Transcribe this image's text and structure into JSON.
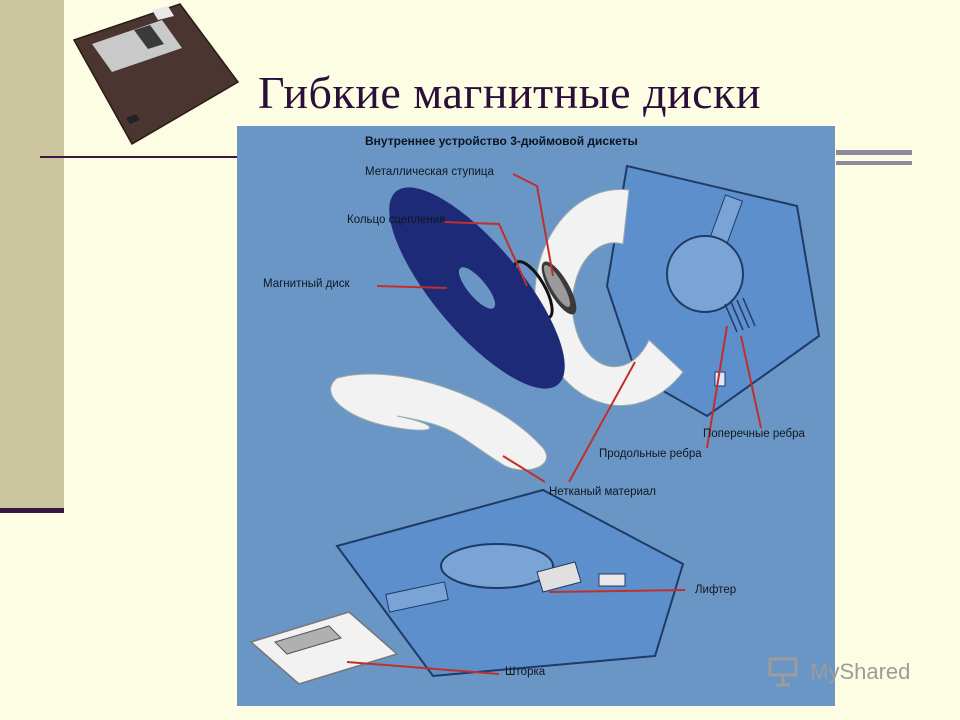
{
  "slide": {
    "title": "Гибкие магнитные диски"
  },
  "figure": {
    "title": "Внутреннее устройство 3-дюймовой дискеты",
    "labels": {
      "hub": "Металлическая ступица",
      "clutch_ring": "Кольцо сцепления",
      "magnetic_disk": "Магнитный диск",
      "transverse_ribs": "Поперечные ребра",
      "longitudinal_ribs": "Продольные ребра",
      "nonwoven": "Нетканый материал",
      "lifter": "Лифтер",
      "shutter": "Шторка"
    }
  },
  "watermark": {
    "text": "MyShared"
  },
  "colors": {
    "background": "#fdfde3",
    "sidebar": "#cbc6a0",
    "title": "#2a0f3a",
    "figure_bg": "#6a96c6",
    "disk": "#1c2a78",
    "leader_lines": "#c0302a"
  }
}
